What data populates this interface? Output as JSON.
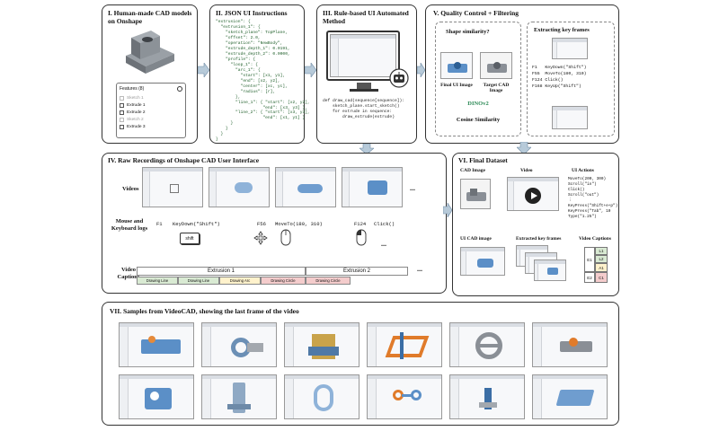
{
  "panels": {
    "p1": {
      "title": "I. Human-made CAD models on Onshape",
      "features_label": "Features (8)",
      "items": [
        "Sketch 1",
        "Extrude 1",
        "Extrude 2",
        "Sketch 2",
        "Extrude 3"
      ]
    },
    "p2": {
      "title": "II. JSON UI Instructions",
      "code": "\"extrusion\": {\n  \"extrusion_1\": {\n    \"sketch_plane\": TopPlane,\n    \"offset\": 2.0,\n    \"operation\": \"NewBody\",\n    \"extrude_depth_1\": 0.0191,\n    \"extrude_depth_2\": 0.0000,\n    \"profile\": {\n      \"loop_1\": {\n        \"arc_1\": {\n          \"start\": [x1, y1],\n          \"end\": [x2, y2],\n          \"center\": [xc, yc],\n          \"radius\": [r],\n        },\n        \"line_1\": { \"start\": [x2, y2],\n                   \"end\": [x3, y3] },\n        \"line_2\": { \"start\": [x3, y3],\n                   \"end\": [x1, y1] }\n      }\n    }\n  }\n}"
    },
    "p3": {
      "title": "III. Rule-based UI Automated Method",
      "code": "def draw_cad(sequence[sequence]):\n    sketch_plane.start_sketch()\n    for extrude in sequence:\n        draw_extrude(extrude)"
    },
    "p4": {
      "title": "IV. Raw Recordings of Onshape CAD User Interface",
      "videos_label": "Videos",
      "logs_label": "Mouse and Keyboard logs",
      "captions_label": "Video Captions",
      "logs": [
        {
          "frame": "F1",
          "action": "KeyDown(\"Shift\")"
        },
        {
          "frame": "F56",
          "action": "MoveTo(180, 310)"
        },
        {
          "frame": "F124",
          "action": "Click()"
        }
      ],
      "shift_key": "shift",
      "extrusion_1": "Extrusion 1",
      "extrusion_2": "Extrusion 2",
      "segments": [
        "Drawing Line",
        "Drawing Line",
        "Drawing Arc",
        "Drawing Circle",
        "Drawing Circle"
      ],
      "ellipsis": "..."
    },
    "p5": {
      "title": "V. Quality Control + Filtering",
      "shape_q": "Shape similarity?",
      "final_ui": "Final UI Image",
      "target_cad": "Target CAD Image",
      "model": "DINOv2",
      "cosine": "Cosine Similarity",
      "key_title": "Extracting key frames",
      "key_logs": [
        {
          "frame": "F1",
          "action": "KeyDown(\"Shift\")"
        },
        {
          "frame": "F55",
          "action": "MoveTo(180, 310)"
        },
        {
          "frame": "F124",
          "action": "Click()"
        },
        {
          "frame": "F168",
          "action": "KeyUp(\"Shift\")"
        }
      ]
    },
    "p6": {
      "title": "VI. Final Dataset",
      "cad_image": "CAD Image",
      "video": "Video",
      "ui_actions": "UI Actions",
      "actions": "MoveTo(200, 300)\nScroll(\"in\")\nClick()\nScroll(\"out\")\n⋮\nKeyPress(\"Shift+e+p\")\nKeyPress(\"Tab\", 10\nType(\"1.25\")",
      "ui_cad_image": "UI CAD image",
      "extracted": "Extracted key frames",
      "captions": "Video Captions",
      "grid": [
        "L1",
        "L2",
        "A1",
        "E1",
        "E2",
        "C1"
      ]
    },
    "p7": {
      "title": "VII. Samples from VideoCAD, showing the last frame of the video"
    }
  },
  "colors": {
    "cad_blue": "#5b8fc7",
    "cad_grey": "#8a8f96",
    "arrow_blue": "#9fb8cf",
    "code_green": "#1f5f2a",
    "seg_green": "#d9ead3",
    "seg_yellow": "#fff2cc",
    "seg_red": "#f4cccc",
    "dino": "#2e8b57"
  }
}
